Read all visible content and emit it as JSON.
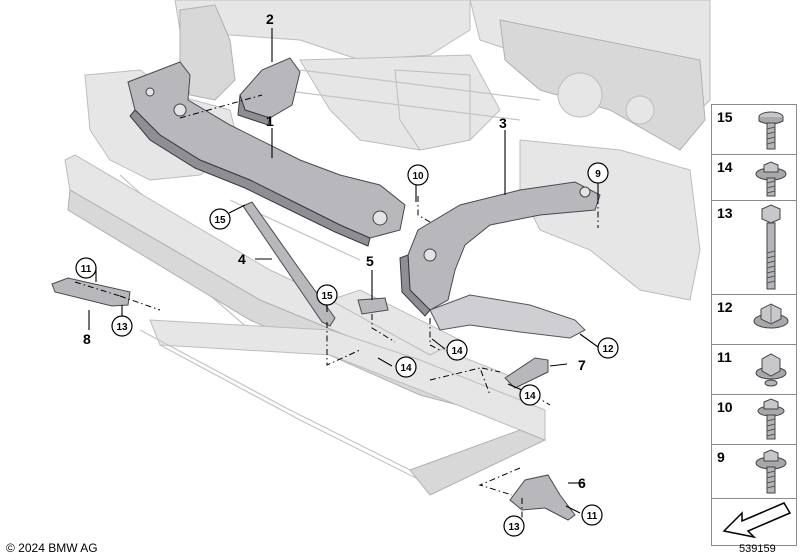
{
  "parts": {
    "p1": "1",
    "p2": "2",
    "p3": "3",
    "p4": "4",
    "p5": "5",
    "p6": "6",
    "p7": "7",
    "p8": "8"
  },
  "callouts": {
    "c15a": "15",
    "c15b": "15",
    "c10": "10",
    "c9": "9",
    "c11a": "11",
    "c13a": "13",
    "c14a": "14",
    "c14b": "14",
    "c14c": "14",
    "c12": "12",
    "c11b": "11",
    "c13b": "13"
  },
  "legend": {
    "items": [
      "15",
      "14",
      "13",
      "12",
      "11",
      "10",
      "9"
    ]
  },
  "footer": {
    "copyright": "© 2024 BMW AG",
    "diagram_number": "539159"
  },
  "colors": {
    "part_fill": "#b8b8bc",
    "ghost_fill": "#e6e6e6",
    "outline": "#000000"
  }
}
